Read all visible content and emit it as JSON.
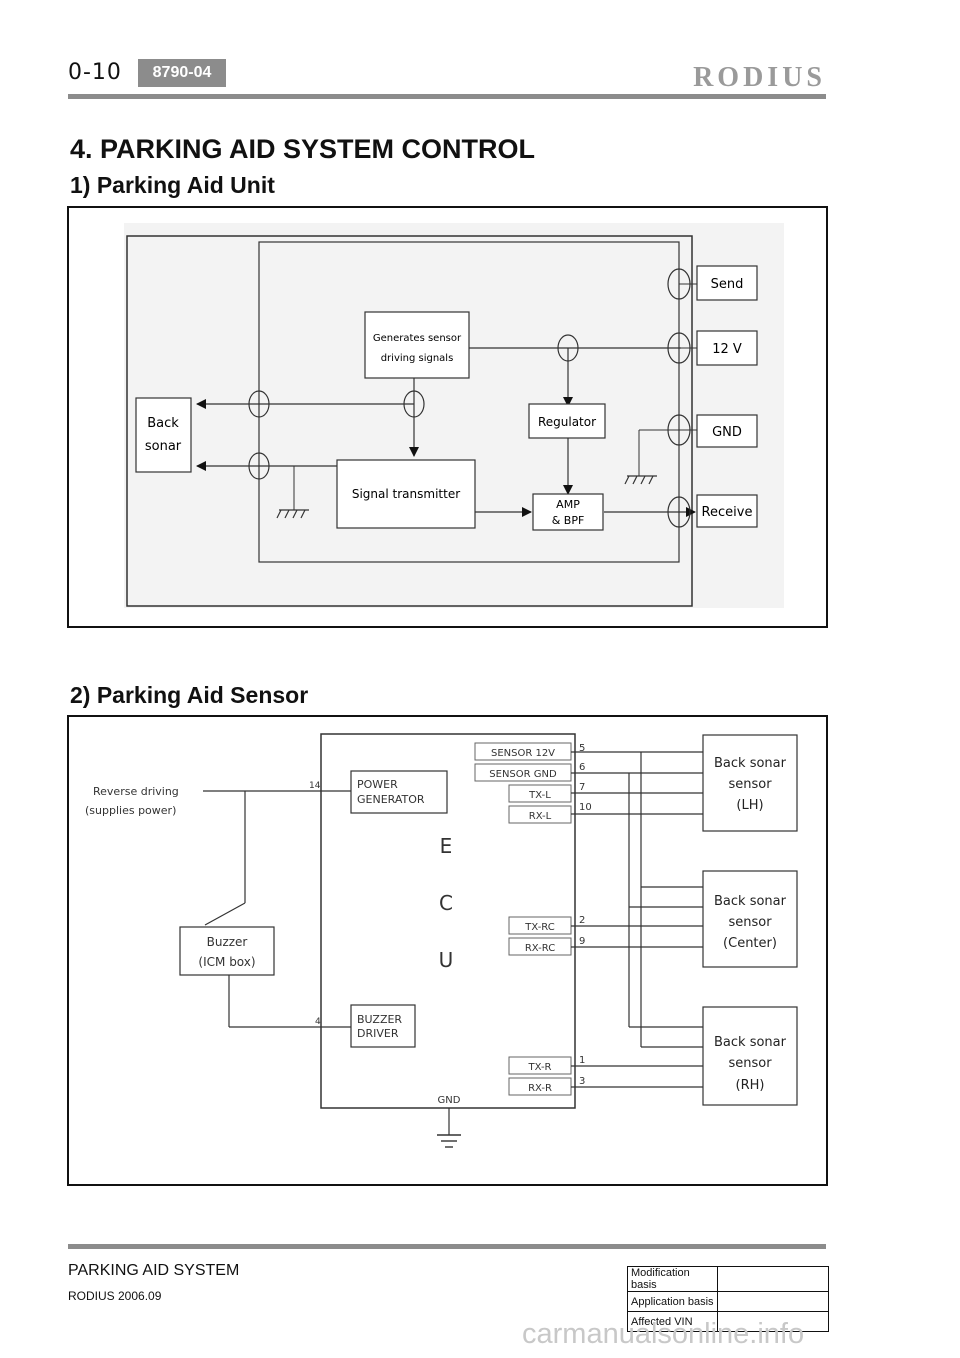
{
  "header": {
    "page_number": "0-10",
    "doc_code": "8790-04",
    "brand": "RODIUS"
  },
  "section_title": "4. PARKING AID SYSTEM CONTROL",
  "unit_section": {
    "title": "1) Parking Aid Unit",
    "boxes": {
      "back_sonar_1": "Back",
      "back_sonar_2": "sonar",
      "generator_1": "Generates sensor",
      "generator_2": "driving signals",
      "regulator": "Regulator",
      "transmitter": "Signal transmitter",
      "amp_1": "AMP",
      "amp_2": "& BPF"
    },
    "terminals": [
      "Send",
      "12 V",
      "GND",
      "Receive"
    ]
  },
  "sensor_section": {
    "title": "2) Parking Aid Sensor",
    "reverse_1": "Reverse driving",
    "reverse_2": "(supplies power)",
    "buzzer_1": "Buzzer",
    "buzzer_2": "(ICM box)",
    "power_gen_1": "POWER",
    "power_gen_2": "GENERATOR",
    "buzzer_drv_1": "BUZZER",
    "buzzer_drv_2": "DRIVER",
    "ecu_letters": [
      "E",
      "C",
      "U"
    ],
    "gnd": "GND",
    "pin_14": "14",
    "pin_4": "4",
    "signals_lh": [
      {
        "label": "SENSOR 12V",
        "pin": "5"
      },
      {
        "label": "SENSOR GND",
        "pin": "6"
      },
      {
        "label": "TX-L",
        "pin": "7"
      },
      {
        "label": "RX-L",
        "pin": "10"
      }
    ],
    "signals_center": [
      {
        "label": "TX-RC",
        "pin": "2"
      },
      {
        "label": "RX-RC",
        "pin": "9"
      }
    ],
    "signals_rh": [
      {
        "label": "TX-R",
        "pin": "1"
      },
      {
        "label": "RX-R",
        "pin": "3"
      }
    ],
    "sensor_lh": [
      "Back sonar",
      "sensor",
      "(LH)"
    ],
    "sensor_center": [
      "Back sonar",
      "sensor",
      "(Center)"
    ],
    "sensor_rh": [
      "Back sonar",
      "sensor",
      "(RH)"
    ]
  },
  "footer": {
    "title": "PARKING AID SYSTEM",
    "date": "RODIUS 2006.09",
    "modification_basis": "Modification basis",
    "application_basis": "Application basis",
    "affected_vin": "Affected VIN"
  },
  "watermark": "carmanualsonline.info"
}
